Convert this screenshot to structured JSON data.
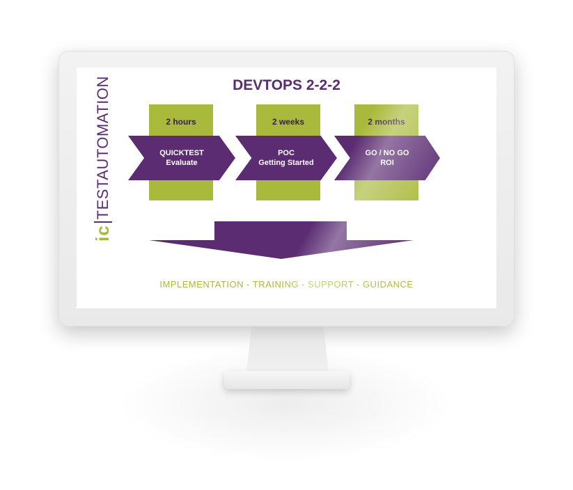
{
  "slide": {
    "title": "DEVTOPS 2-2-2",
    "logo": {
      "mark": "ic",
      "name": "TESTAUTOMATION"
    },
    "phases": [
      {
        "duration": "2 hours",
        "line1": "QUICKTEST",
        "line2": "Evaluate"
      },
      {
        "duration": "2 weeks",
        "line1": "POC",
        "line2": "Getting Started"
      },
      {
        "duration": "2 months",
        "line1": "GO / NO GO",
        "line2": "ROI"
      }
    ],
    "footer": "IMPLEMENTATION - TRAINING - SUPPORT - GUIDANCE"
  },
  "colors": {
    "purple": "#5b2c72",
    "green": "#a9b93b",
    "frame": "#eeeeee"
  }
}
